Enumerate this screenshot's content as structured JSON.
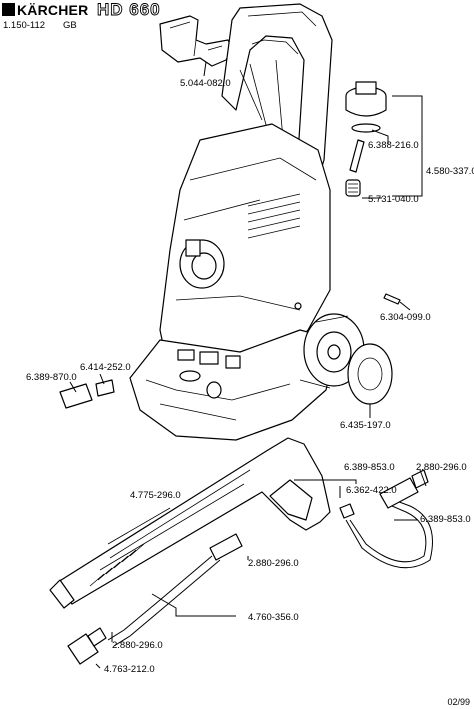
{
  "header": {
    "brand": "KÄRCHER",
    "model": "HD 660",
    "doc_number": "1.150-112",
    "language": "GB"
  },
  "footer": {
    "date_code": "02/99"
  },
  "part_labels": {
    "p1": "5.044-082.0",
    "p2": "6.388-216.0",
    "p3": "4.580-337.0",
    "p4": "5.731-040.0",
    "p5": "6.304-099.0",
    "p6": "6.414-252.0",
    "p7": "6.389-870.0",
    "p8": "6.435-197.0",
    "p9": "6.389-853.0",
    "p10": "2.880-296.0",
    "p11": "4.775-296.0",
    "p12": "6.362-422.0",
    "p13": "6.389-853.0",
    "p14": "2.880-296.0",
    "p15": "4.760-356.0",
    "p16": "2.880-296.0",
    "p17": "4.763-212.0"
  }
}
